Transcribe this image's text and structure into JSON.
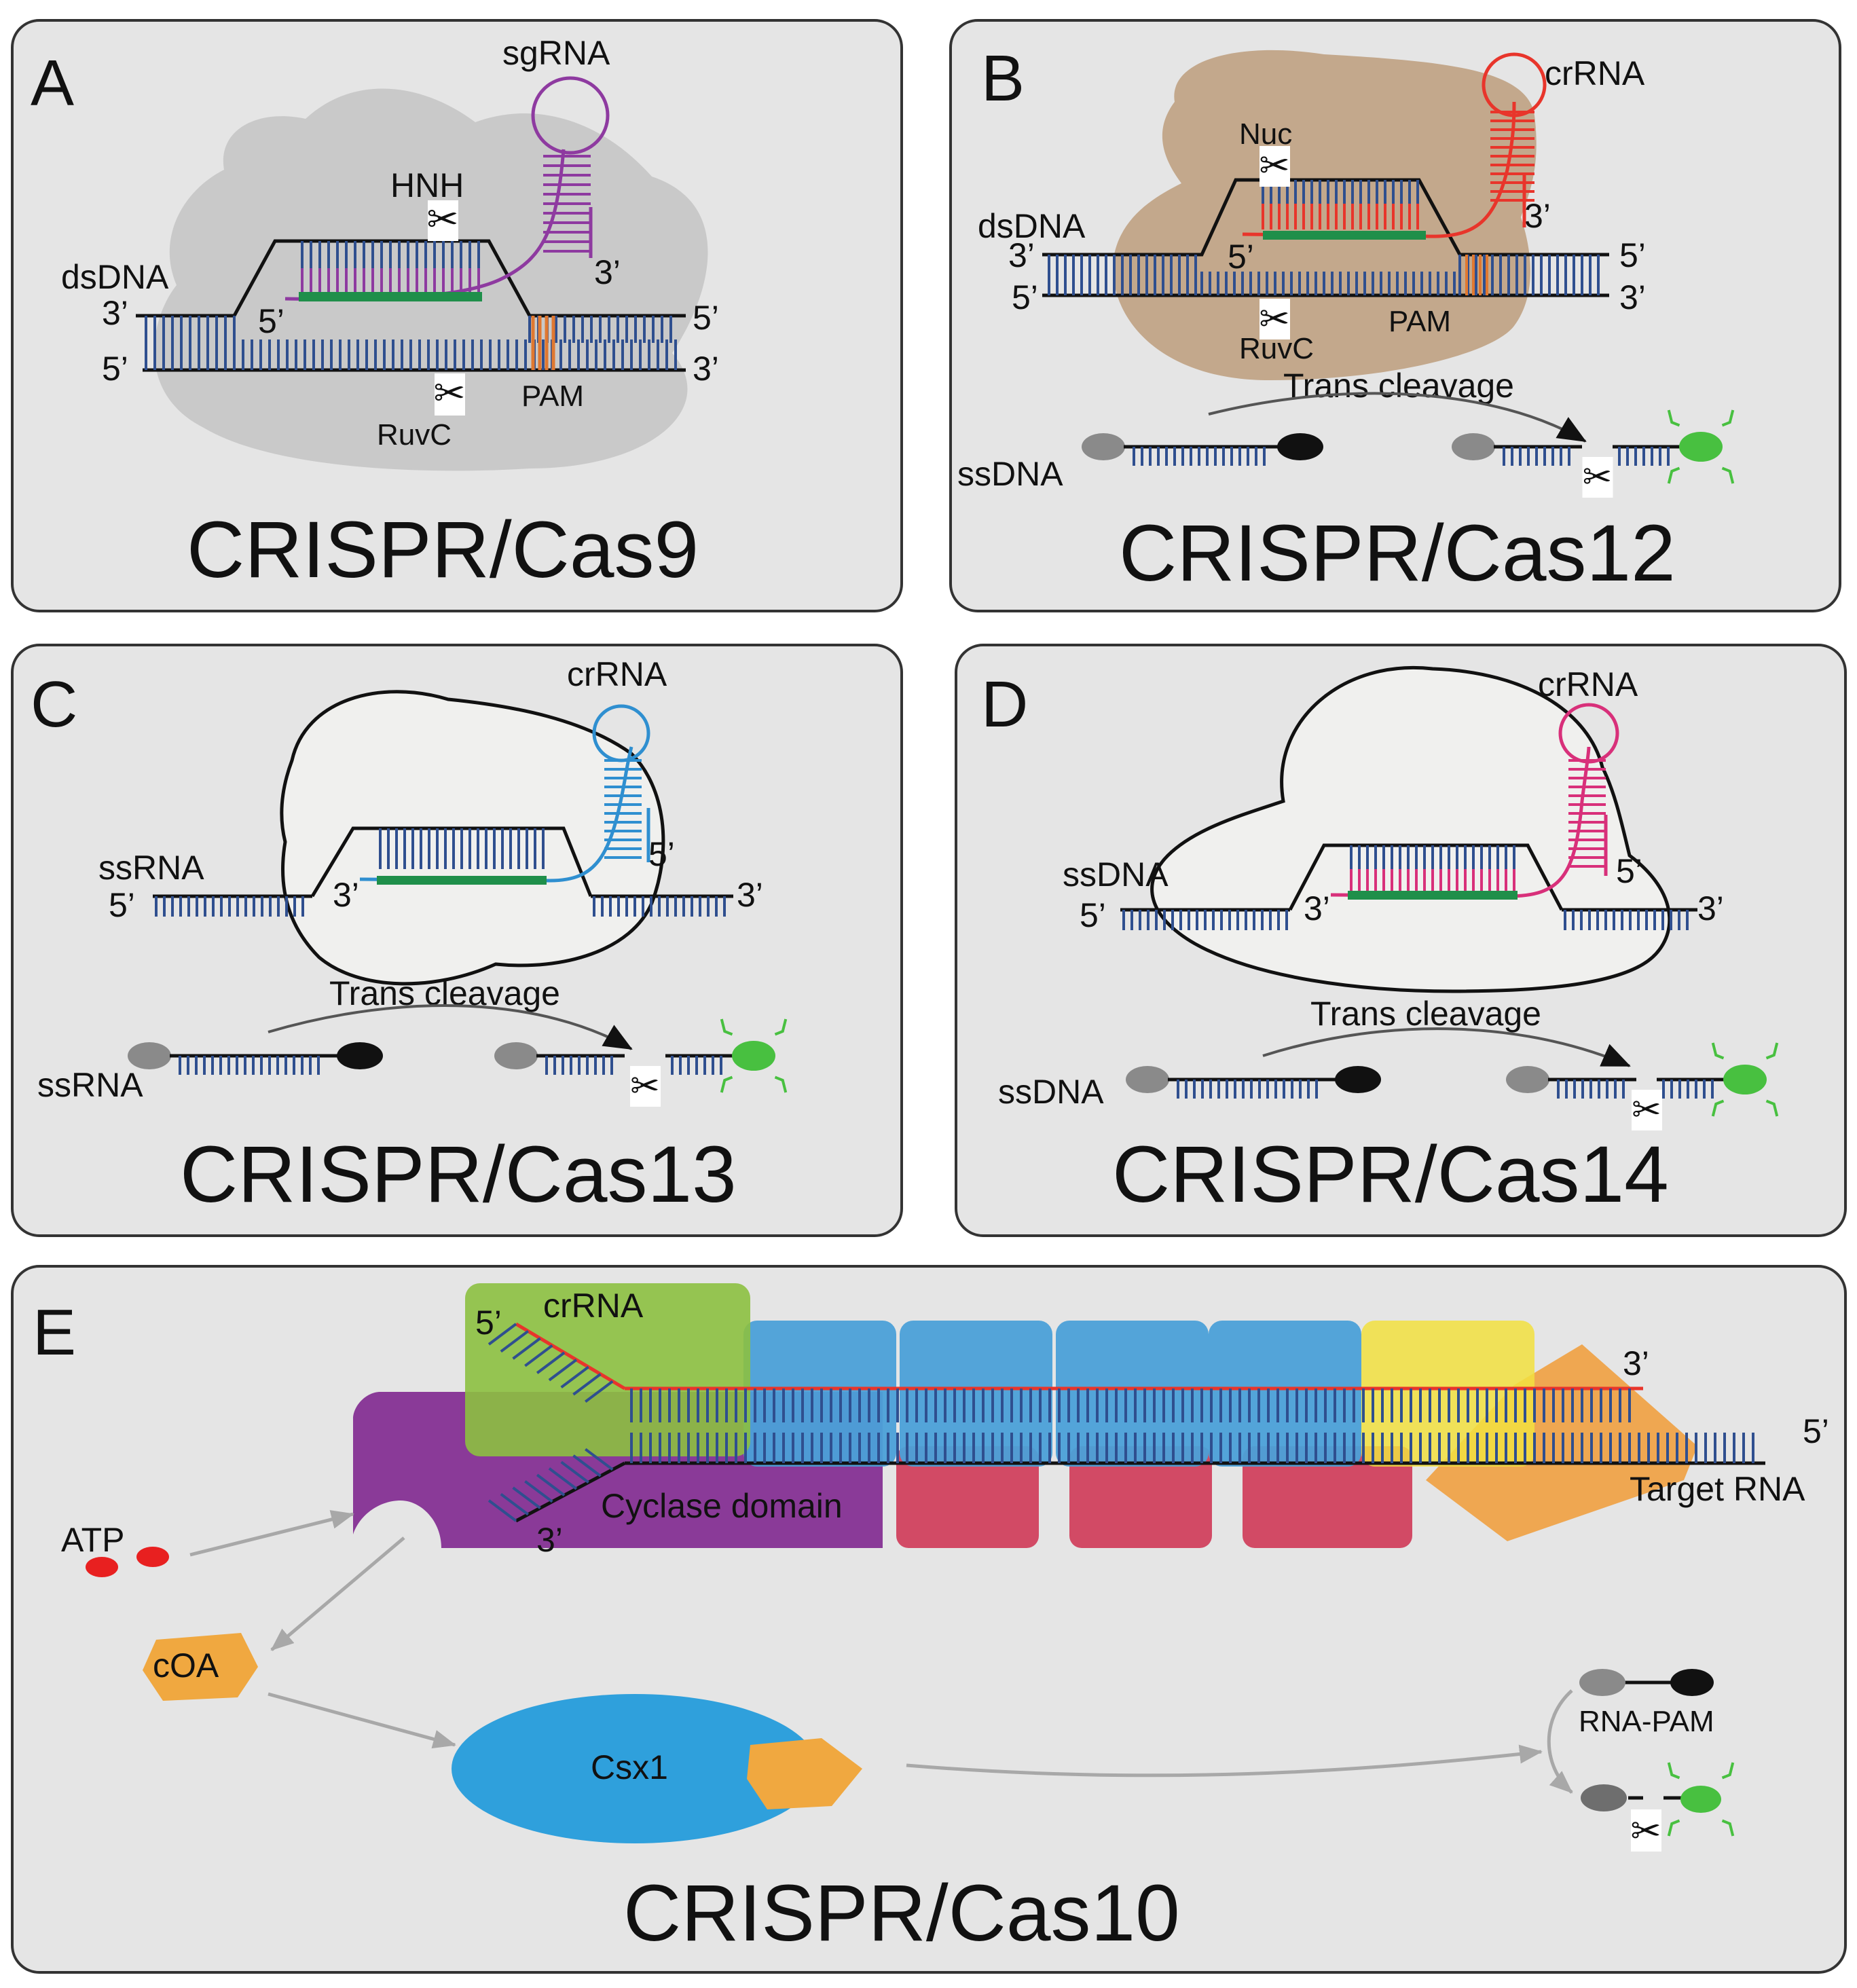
{
  "colors": {
    "panel_bg": "#e5e5e5",
    "panel_border": "#333333",
    "dna_blue": "#2f4f8f",
    "pam_orange": "#e07830",
    "guide_green": "#1f8f4a",
    "sgRNA_purple": "#8e3aa0",
    "crRNA_red_B": "#e8352b",
    "crRNA_blue_C": "#2f8fd0",
    "crRNA_pink_D": "#d8307a",
    "reporter_grey": "#8a8a8a",
    "fluor_green": "#48c040"
  },
  "panels": {
    "A": {
      "letter": "A",
      "title": "CRISPR/Cas9",
      "labels": {
        "guide": "sgRNA",
        "nuclease_top": "HNH",
        "target": "dsDNA",
        "nuclease_bottom": "RuvC",
        "pam": "PAM",
        "end_3a": "3’",
        "end_5a": "5’",
        "end_5b": "5’",
        "end_3b": "3’",
        "end_5c": "5’",
        "end_3c": "3’"
      },
      "icons": [
        "scissors-icon",
        "scissors-icon"
      ]
    },
    "B": {
      "letter": "B",
      "title": "CRISPR/Cas12",
      "labels": {
        "guide": "crRNA",
        "nuclease_top": "Nuc",
        "target": "dsDNA",
        "nuclease_bottom": "RuvC",
        "pam": "PAM",
        "trans": "Trans cleavage",
        "reporter": "ssDNA",
        "end_3a": "3’",
        "end_5a": "5’",
        "end_5b": "5’",
        "end_5c": "5’",
        "end_3b": "3’",
        "end_3c": "3’"
      }
    },
    "C": {
      "letter": "C",
      "title": "CRISPR/Cas13",
      "labels": {
        "guide": "crRNA",
        "target": "ssRNA",
        "trans": "Trans cleavage",
        "reporter": "ssRNA",
        "end_5a": "5’",
        "end_3a": "3’",
        "end_5b": "5’",
        "end_3b": "3’"
      }
    },
    "D": {
      "letter": "D",
      "title": "CRISPR/Cas14",
      "labels": {
        "guide": "crRNA",
        "target": "ssDNA",
        "trans": "Trans cleavage",
        "reporter": "ssDNA",
        "end_5a": "5’",
        "end_3a": "3’",
        "end_5b": "5’",
        "end_3b": "3’"
      }
    },
    "E": {
      "letter": "E",
      "title": "CRISPR/Cas10",
      "labels": {
        "guide": "crRNA",
        "end_5a": "5’",
        "end_3a": "3’",
        "end_3b": "3’",
        "end_5b": "5’",
        "cyclase": "Cyclase domain",
        "target": "Target RNA",
        "atp": "ATP",
        "coa": "cOA",
        "csx1": "Csx1",
        "rna_pam": "RNA-PAM"
      }
    }
  }
}
